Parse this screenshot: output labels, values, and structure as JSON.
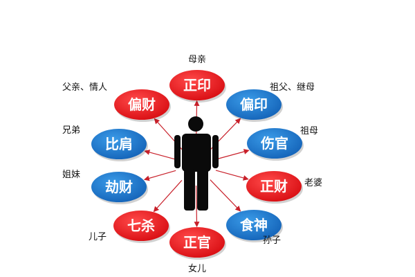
{
  "colors": {
    "red_node": "#e5151b",
    "blue_node": "#1f7fd1",
    "arrow": "#c8202a",
    "person": "#0a0a0a",
    "node_text": "#ffffff",
    "label_text": "#111111"
  },
  "center": {
    "icon": "person-icon"
  },
  "nodes": [
    {
      "id": "zhengyin",
      "label": "正印",
      "relation": "母亲",
      "color": "red"
    },
    {
      "id": "pianyin",
      "label": "偏印",
      "relation": "祖父、继母",
      "color": "blue"
    },
    {
      "id": "shangguan",
      "label": "伤官",
      "relation": "祖母",
      "color": "blue"
    },
    {
      "id": "zhengcai",
      "label": "正财",
      "relation": "老婆",
      "color": "red"
    },
    {
      "id": "shishen",
      "label": "食神",
      "relation": "孙子",
      "color": "blue"
    },
    {
      "id": "zhengguan",
      "label": "正官",
      "relation": "女儿",
      "color": "red"
    },
    {
      "id": "qisha",
      "label": "七杀",
      "relation": "儿子",
      "color": "red"
    },
    {
      "id": "jiecai",
      "label": "劫财",
      "relation": "姐妹",
      "color": "blue"
    },
    {
      "id": "bijian",
      "label": "比肩",
      "relation": "兄弟",
      "color": "blue"
    },
    {
      "id": "piancai",
      "label": "偏财",
      "relation": "父亲、情人",
      "color": "red"
    }
  ]
}
